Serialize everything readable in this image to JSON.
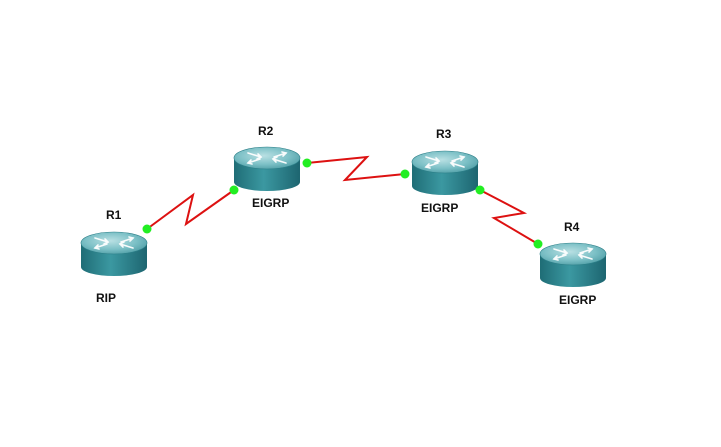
{
  "routers": [
    {
      "id": "R1",
      "protocol": "RIP"
    },
    {
      "id": "R2",
      "protocol": "EIGRP"
    },
    {
      "id": "R3",
      "protocol": "EIGRP"
    },
    {
      "id": "R4",
      "protocol": "EIGRP"
    }
  ],
  "links": [
    {
      "from": "R1",
      "to": "R2",
      "type": "serial"
    },
    {
      "from": "R2",
      "to": "R3",
      "type": "serial"
    },
    {
      "from": "R3",
      "to": "R4",
      "type": "serial"
    }
  ],
  "colors": {
    "link": "#dd1111",
    "port_up": "#22ee22",
    "router_body": "#2e8a93",
    "router_top": "#7fc2c8"
  },
  "icons": {
    "router": "router-icon"
  }
}
